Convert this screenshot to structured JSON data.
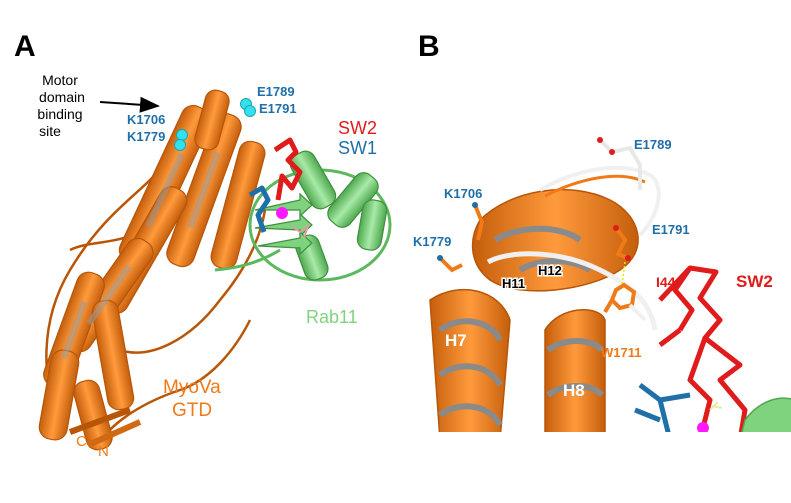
{
  "panels": [
    {
      "letter": "A",
      "labels": {
        "motor_site": [
          "Motor",
          "domain",
          "binding",
          "site"
        ],
        "e1789": "E1789",
        "e1791": "E1791",
        "k1706": "K1706",
        "k1779": "K1779",
        "sw2": "SW2",
        "sw1": "SW1",
        "rab11": "Rab11",
        "myova": "MyoVa",
        "gtd": "GTD",
        "c_term": "C",
        "n_term": "N"
      }
    },
    {
      "letter": "B",
      "labels": {
        "e1789": "E1789",
        "k1706": "K1706",
        "k1779": "K1779",
        "e1791": "E1791",
        "h11": "H11",
        "h12": "H12",
        "i44": "I44",
        "sw2": "SW2",
        "h7": "H7",
        "h8": "H8",
        "w1711": "W1711"
      }
    }
  ],
  "colors": {
    "myova": "#f07a18",
    "myova_dark": "#b85507",
    "rab11": "#7fd37f",
    "sw1": "#1f6fa8",
    "sw2": "#e01b1b",
    "cyan_sphere": "#35e0ee",
    "magenta": "#ff19ff",
    "white_cartoon": "#f0f0f0",
    "label_blue": "#1f6fa8",
    "label_orange": "#f07a18",
    "label_red": "#e01b1b",
    "label_green": "#7fd37f"
  }
}
